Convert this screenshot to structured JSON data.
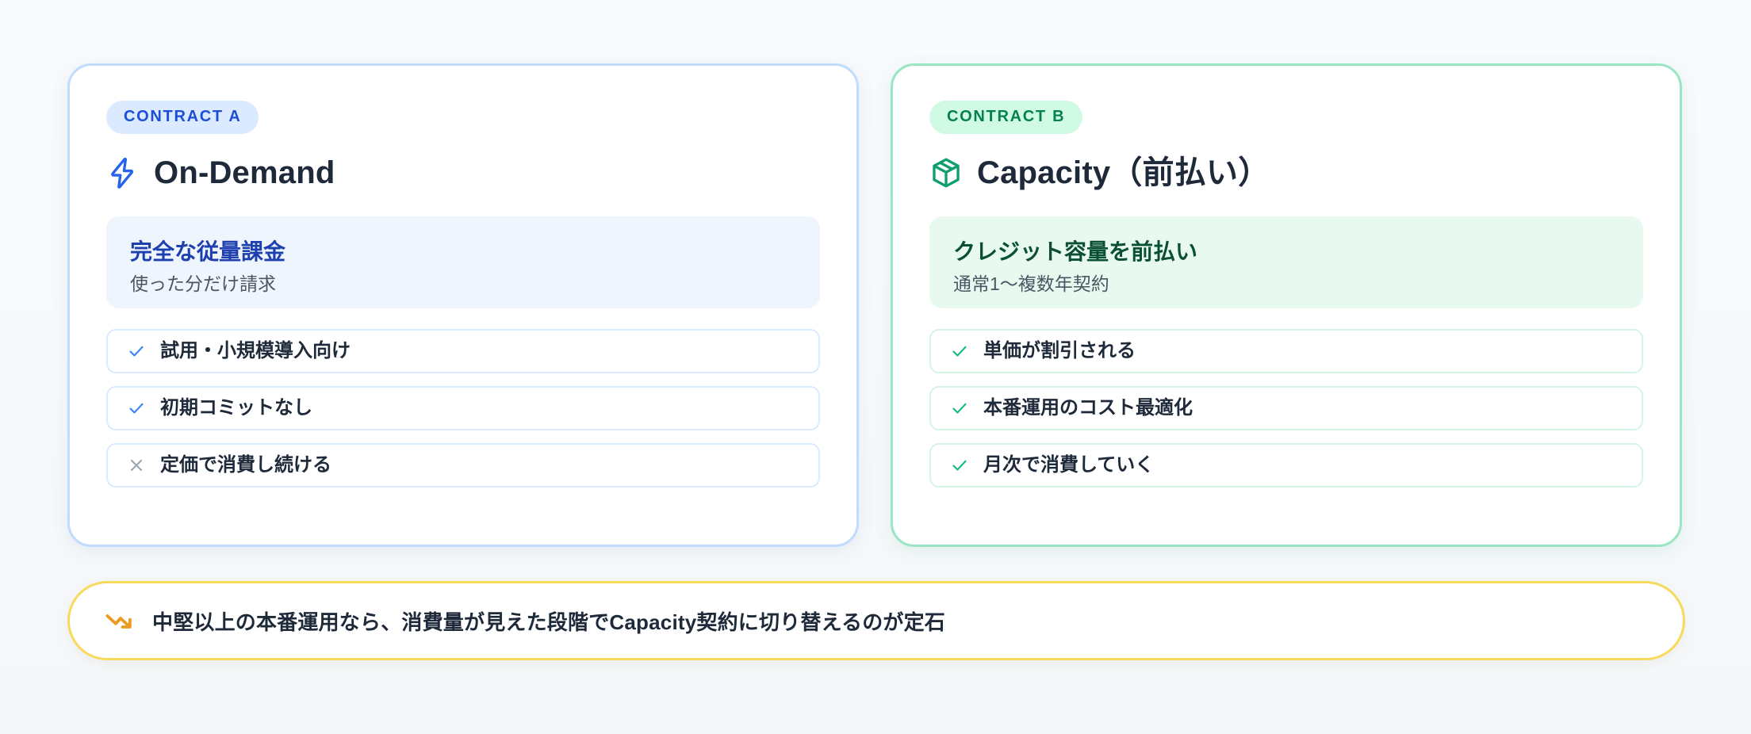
{
  "theme": {
    "page_background": "#f7f9fb",
    "blue_accent": "#2563eb",
    "blue_border": "#bfdbfe",
    "blue_badge_bg": "#dbeafe",
    "blue_badge_text": "#1d4ed8",
    "green_accent": "#0d9f6e",
    "green_border": "#9ae6c4",
    "green_badge_bg": "#d1fae5",
    "green_badge_text": "#05804f",
    "amber_border": "#f7d95c",
    "amber_icon": "#ed9a21"
  },
  "cards": [
    {
      "badge": "CONTRACT A",
      "icon": "lightning-bolt-icon",
      "title": "On-Demand",
      "highlight": {
        "title": "完全な従量課金",
        "subtitle": "使った分だけ請求"
      },
      "features": [
        {
          "mark": "check-icon",
          "label": "試用・小規模導入向け"
        },
        {
          "mark": "check-icon",
          "label": "初期コミットなし"
        },
        {
          "mark": "cross-icon",
          "label": "定価で消費し続ける"
        }
      ]
    },
    {
      "badge": "CONTRACT B",
      "icon": "package-box-icon",
      "title": "Capacity（前払い）",
      "highlight": {
        "title": "クレジット容量を前払い",
        "subtitle": "通常1〜複数年契約"
      },
      "features": [
        {
          "mark": "check-icon",
          "label": "単価が割引される"
        },
        {
          "mark": "check-icon",
          "label": "本番運用のコスト最適化"
        },
        {
          "mark": "check-icon",
          "label": "月次で消費していく"
        }
      ]
    }
  ],
  "banner": {
    "icon": "trending-down-icon",
    "text": "中堅以上の本番運用なら、消費量が見えた段階でCapacity契約に切り替えるのが定石"
  }
}
